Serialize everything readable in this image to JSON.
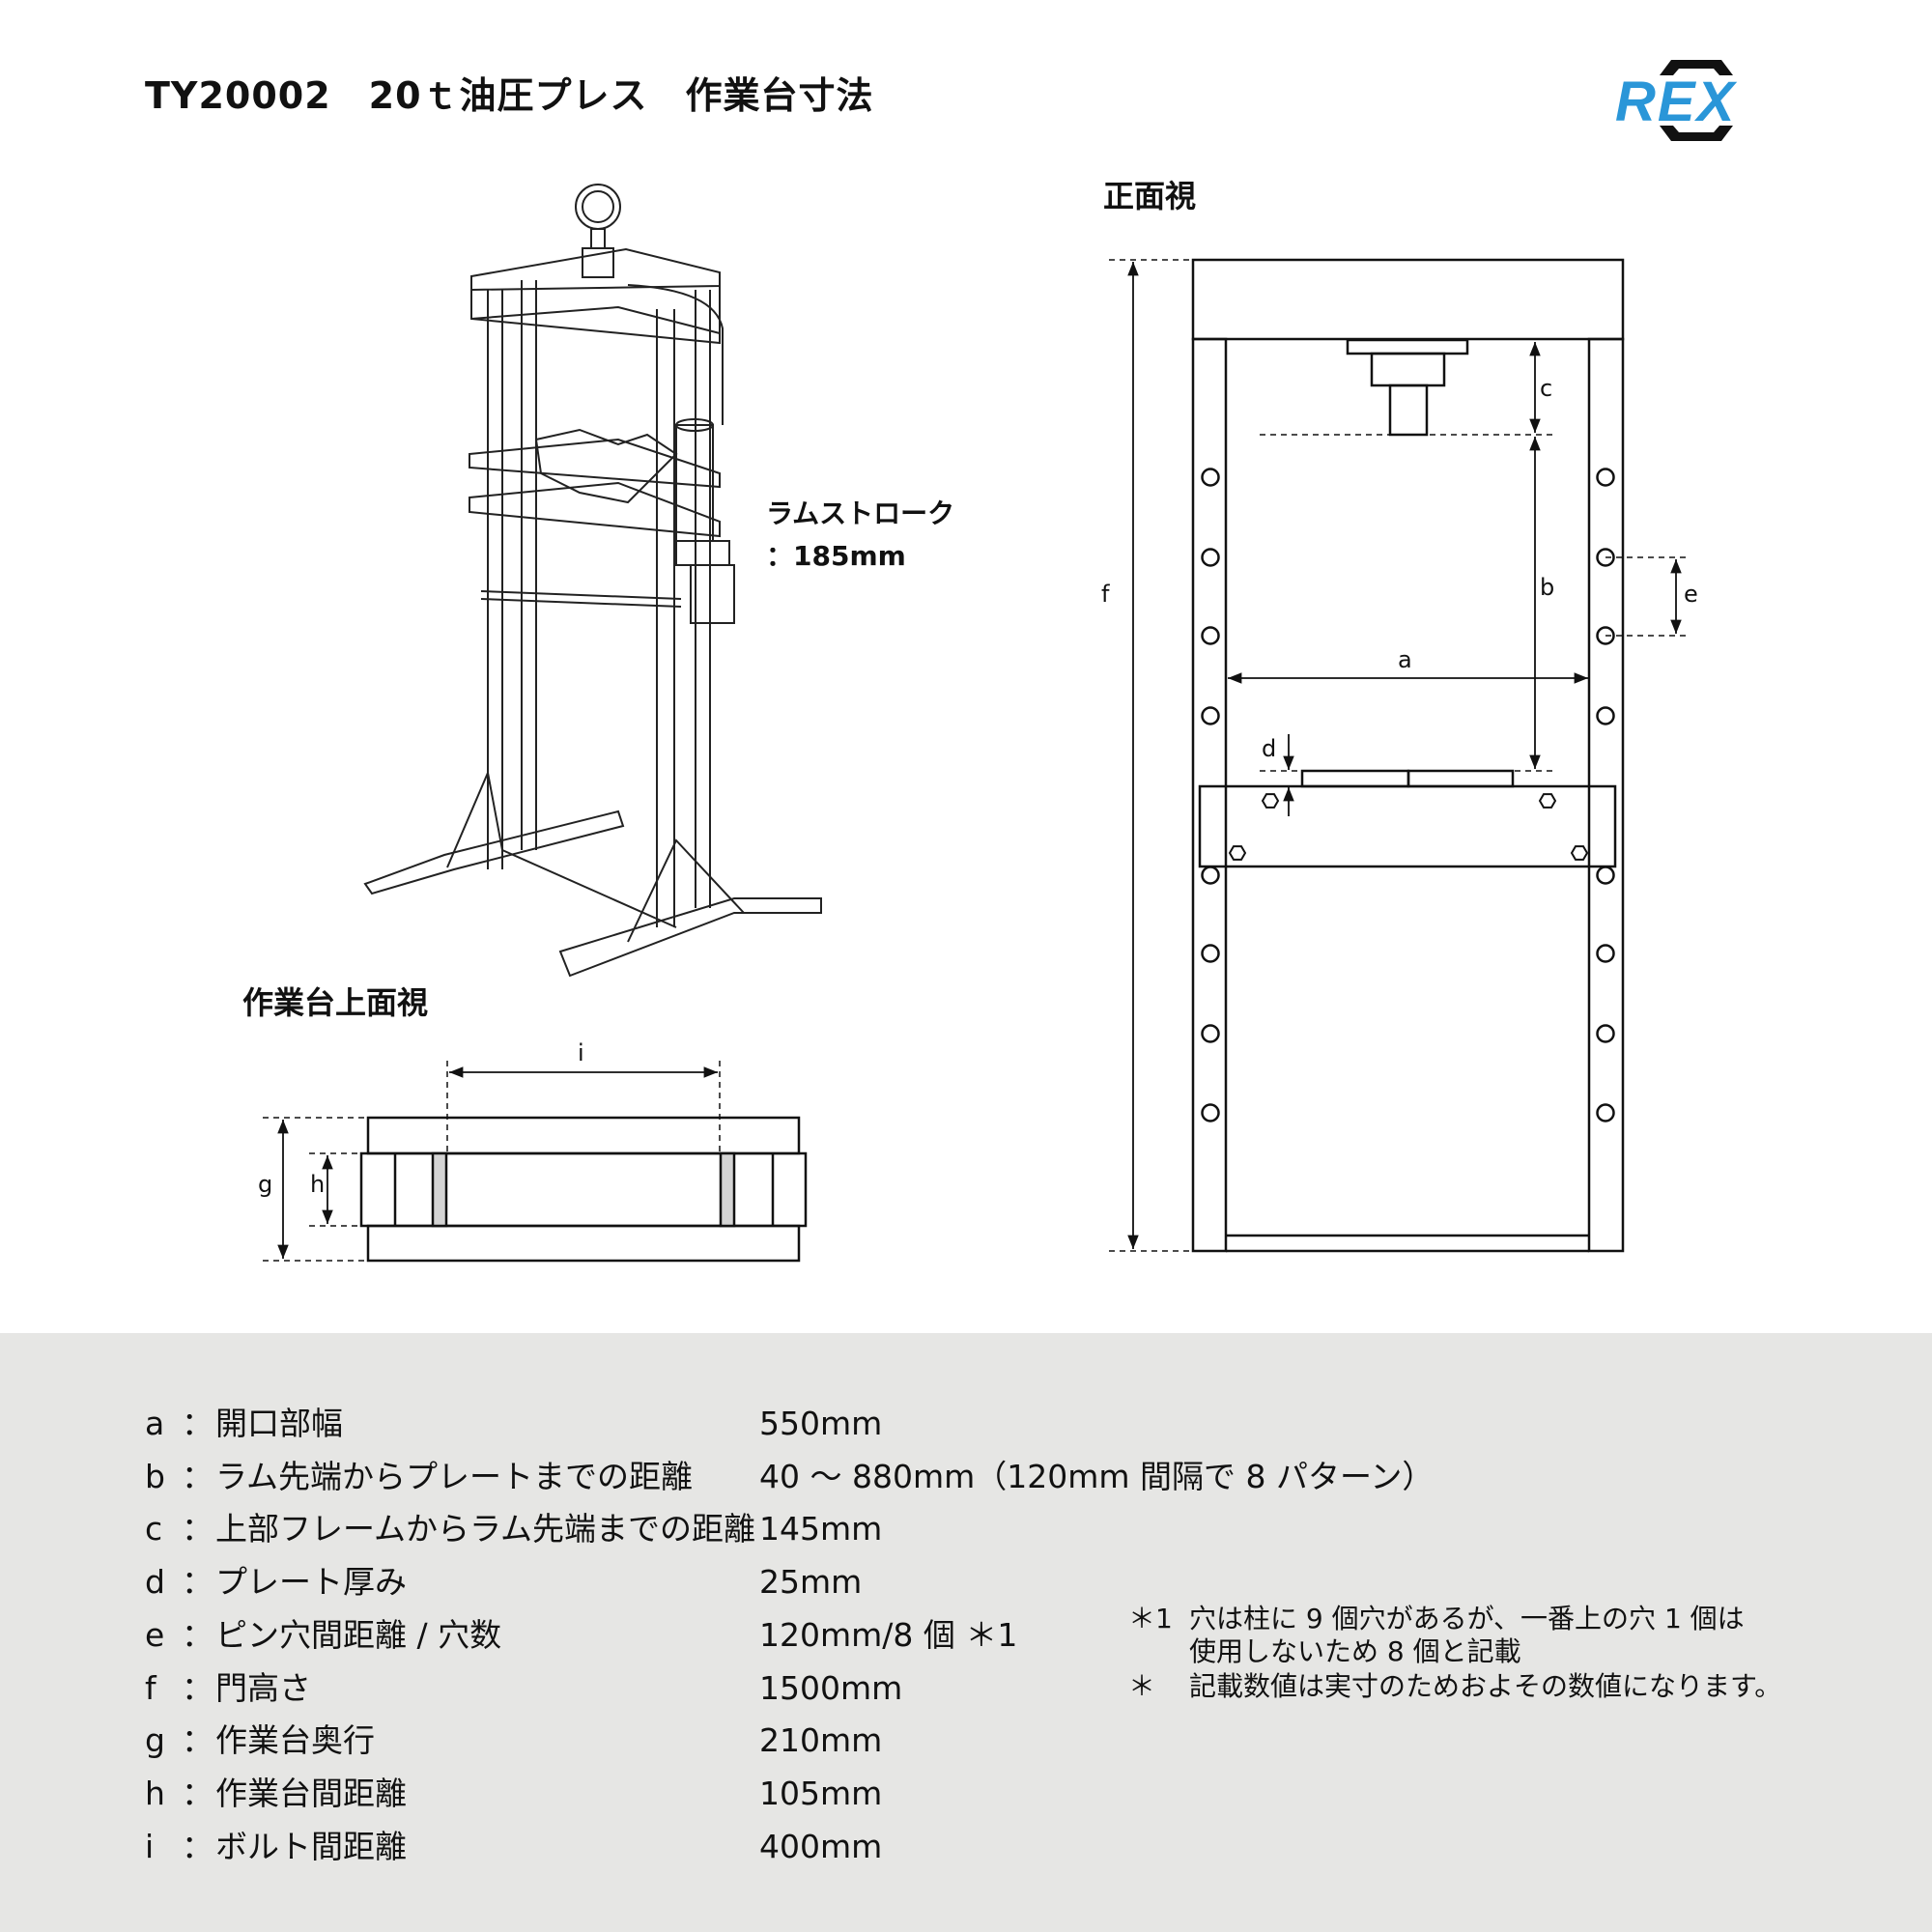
{
  "title": "TY20002　20ｔ油圧プレス　作業台寸法",
  "logo": {
    "text": "REX",
    "color": "#2a96d8"
  },
  "front_view": {
    "label": "正面視",
    "dims": {
      "a": "a",
      "b": "b",
      "c": "c",
      "d": "d",
      "e": "e",
      "f": "f"
    }
  },
  "top_view": {
    "label": "作業台上面視",
    "dims": {
      "g": "g",
      "h": "h",
      "i": "i"
    }
  },
  "ram_stroke": {
    "line1": "ラムストローク",
    "line2": "：185mm"
  },
  "specs": [
    {
      "key": "a",
      "label": "開口部幅",
      "value": "550mm"
    },
    {
      "key": "b",
      "label": "ラム先端からプレートまでの距離",
      "value": "40 ～ 880mm（120mm 間隔で 8 パターン）"
    },
    {
      "key": "c",
      "label": "上部フレームからラム先端までの距離",
      "value": "145mm"
    },
    {
      "key": "d",
      "label": "プレート厚み",
      "value": "25mm"
    },
    {
      "key": "e",
      "label": "ピン穴間距離 / 穴数",
      "value": "120mm/8 個 ＊1"
    },
    {
      "key": "f",
      "label": "門高さ",
      "value": "1500mm"
    },
    {
      "key": "g",
      "label": "作業台奥行",
      "value": "210mm"
    },
    {
      "key": "h",
      "label": "作業台間距離",
      "value": "105mm"
    },
    {
      "key": "i",
      "label": "ボルト間距離",
      "value": "400mm"
    }
  ],
  "colon": "：",
  "notes": [
    {
      "mark": "＊1",
      "lines": [
        "穴は柱に 9 個穴があるが、一番上の穴 1 個は",
        "使用しないため 8 個と記載"
      ]
    },
    {
      "mark": "＊",
      "lines": [
        "記載数値は実寸のためおよその数値になります。"
      ]
    }
  ]
}
